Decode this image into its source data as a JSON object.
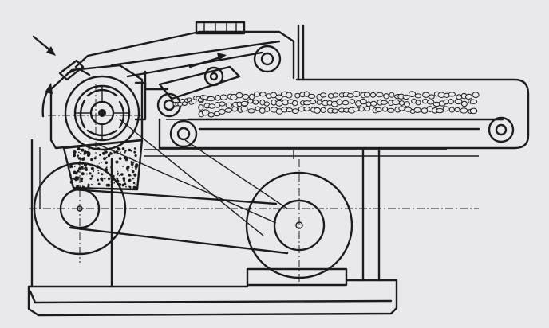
{
  "figure": {
    "background": "#e9e9ec",
    "ink": "#1c1c1c"
  },
  "parts": {
    "feed_arrow_icon": "arrow-down-right",
    "rotation_arrow_icon": "curved-arrow",
    "belt_direction_icon": "arrow-right"
  }
}
